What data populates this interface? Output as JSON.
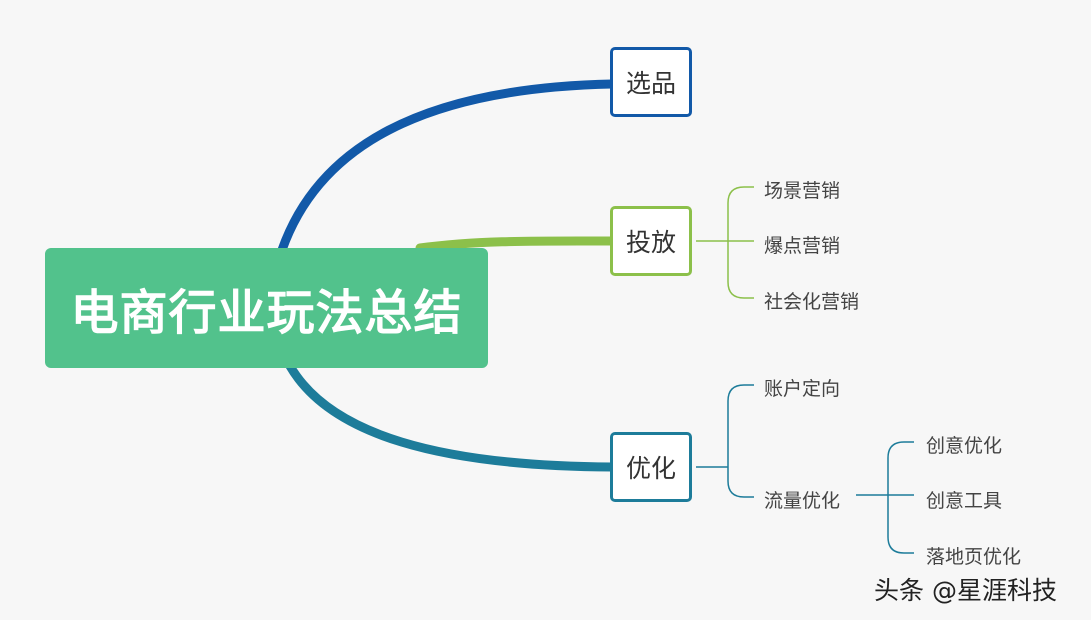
{
  "root": {
    "label": "电商行业玩法总结"
  },
  "branches": [
    {
      "label": "选品",
      "color": "#1259a8"
    },
    {
      "label": "投放",
      "color": "#8cc04a",
      "children": [
        "场景营销",
        "爆点营销",
        "社会化营销"
      ]
    },
    {
      "label": "优化",
      "color": "#1d7c9a",
      "children": [
        "账户定向",
        "流量优化"
      ],
      "sub": {
        "parent": "流量优化",
        "children": [
          "创意优化",
          "创意工具",
          "落地页优化"
        ]
      }
    }
  ],
  "watermark": "头条 @星涯科技"
}
